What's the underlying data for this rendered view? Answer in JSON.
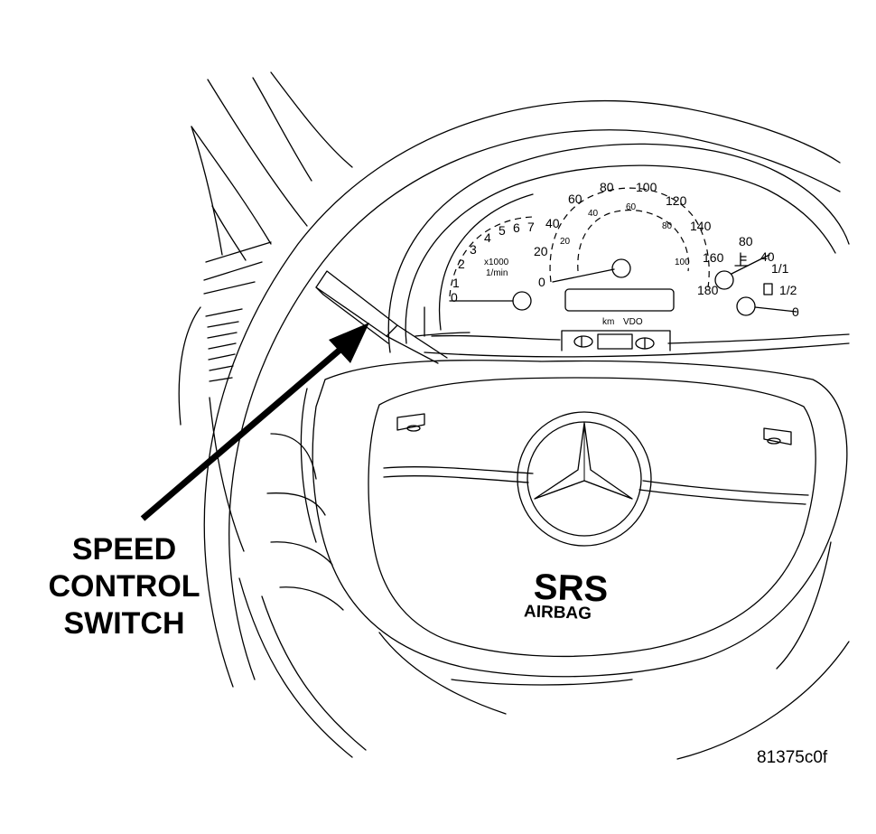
{
  "callout": {
    "lines": [
      "SPEED",
      "CONTROL",
      "SWITCH"
    ]
  },
  "figure_id": "81375c0f",
  "airbag": {
    "srs": "SRS",
    "airbag": "AIRBAG"
  },
  "tachometer": {
    "ticks": [
      "0",
      "1",
      "2",
      "3",
      "4",
      "5",
      "6",
      "7"
    ],
    "unit_top": "x1000",
    "unit_bottom": "1/min"
  },
  "speedometer": {
    "outer_ticks": [
      "0",
      "20",
      "40",
      "60",
      "80",
      "100",
      "120",
      "140",
      "160",
      "180"
    ],
    "inner_ticks": [
      "20",
      "40",
      "60",
      "80",
      "100"
    ]
  },
  "gauges": {
    "temp": [
      "80",
      "40"
    ],
    "fuel": [
      "1/1",
      "1/2",
      "0"
    ],
    "odo_labels": [
      "km",
      "VDO"
    ]
  }
}
